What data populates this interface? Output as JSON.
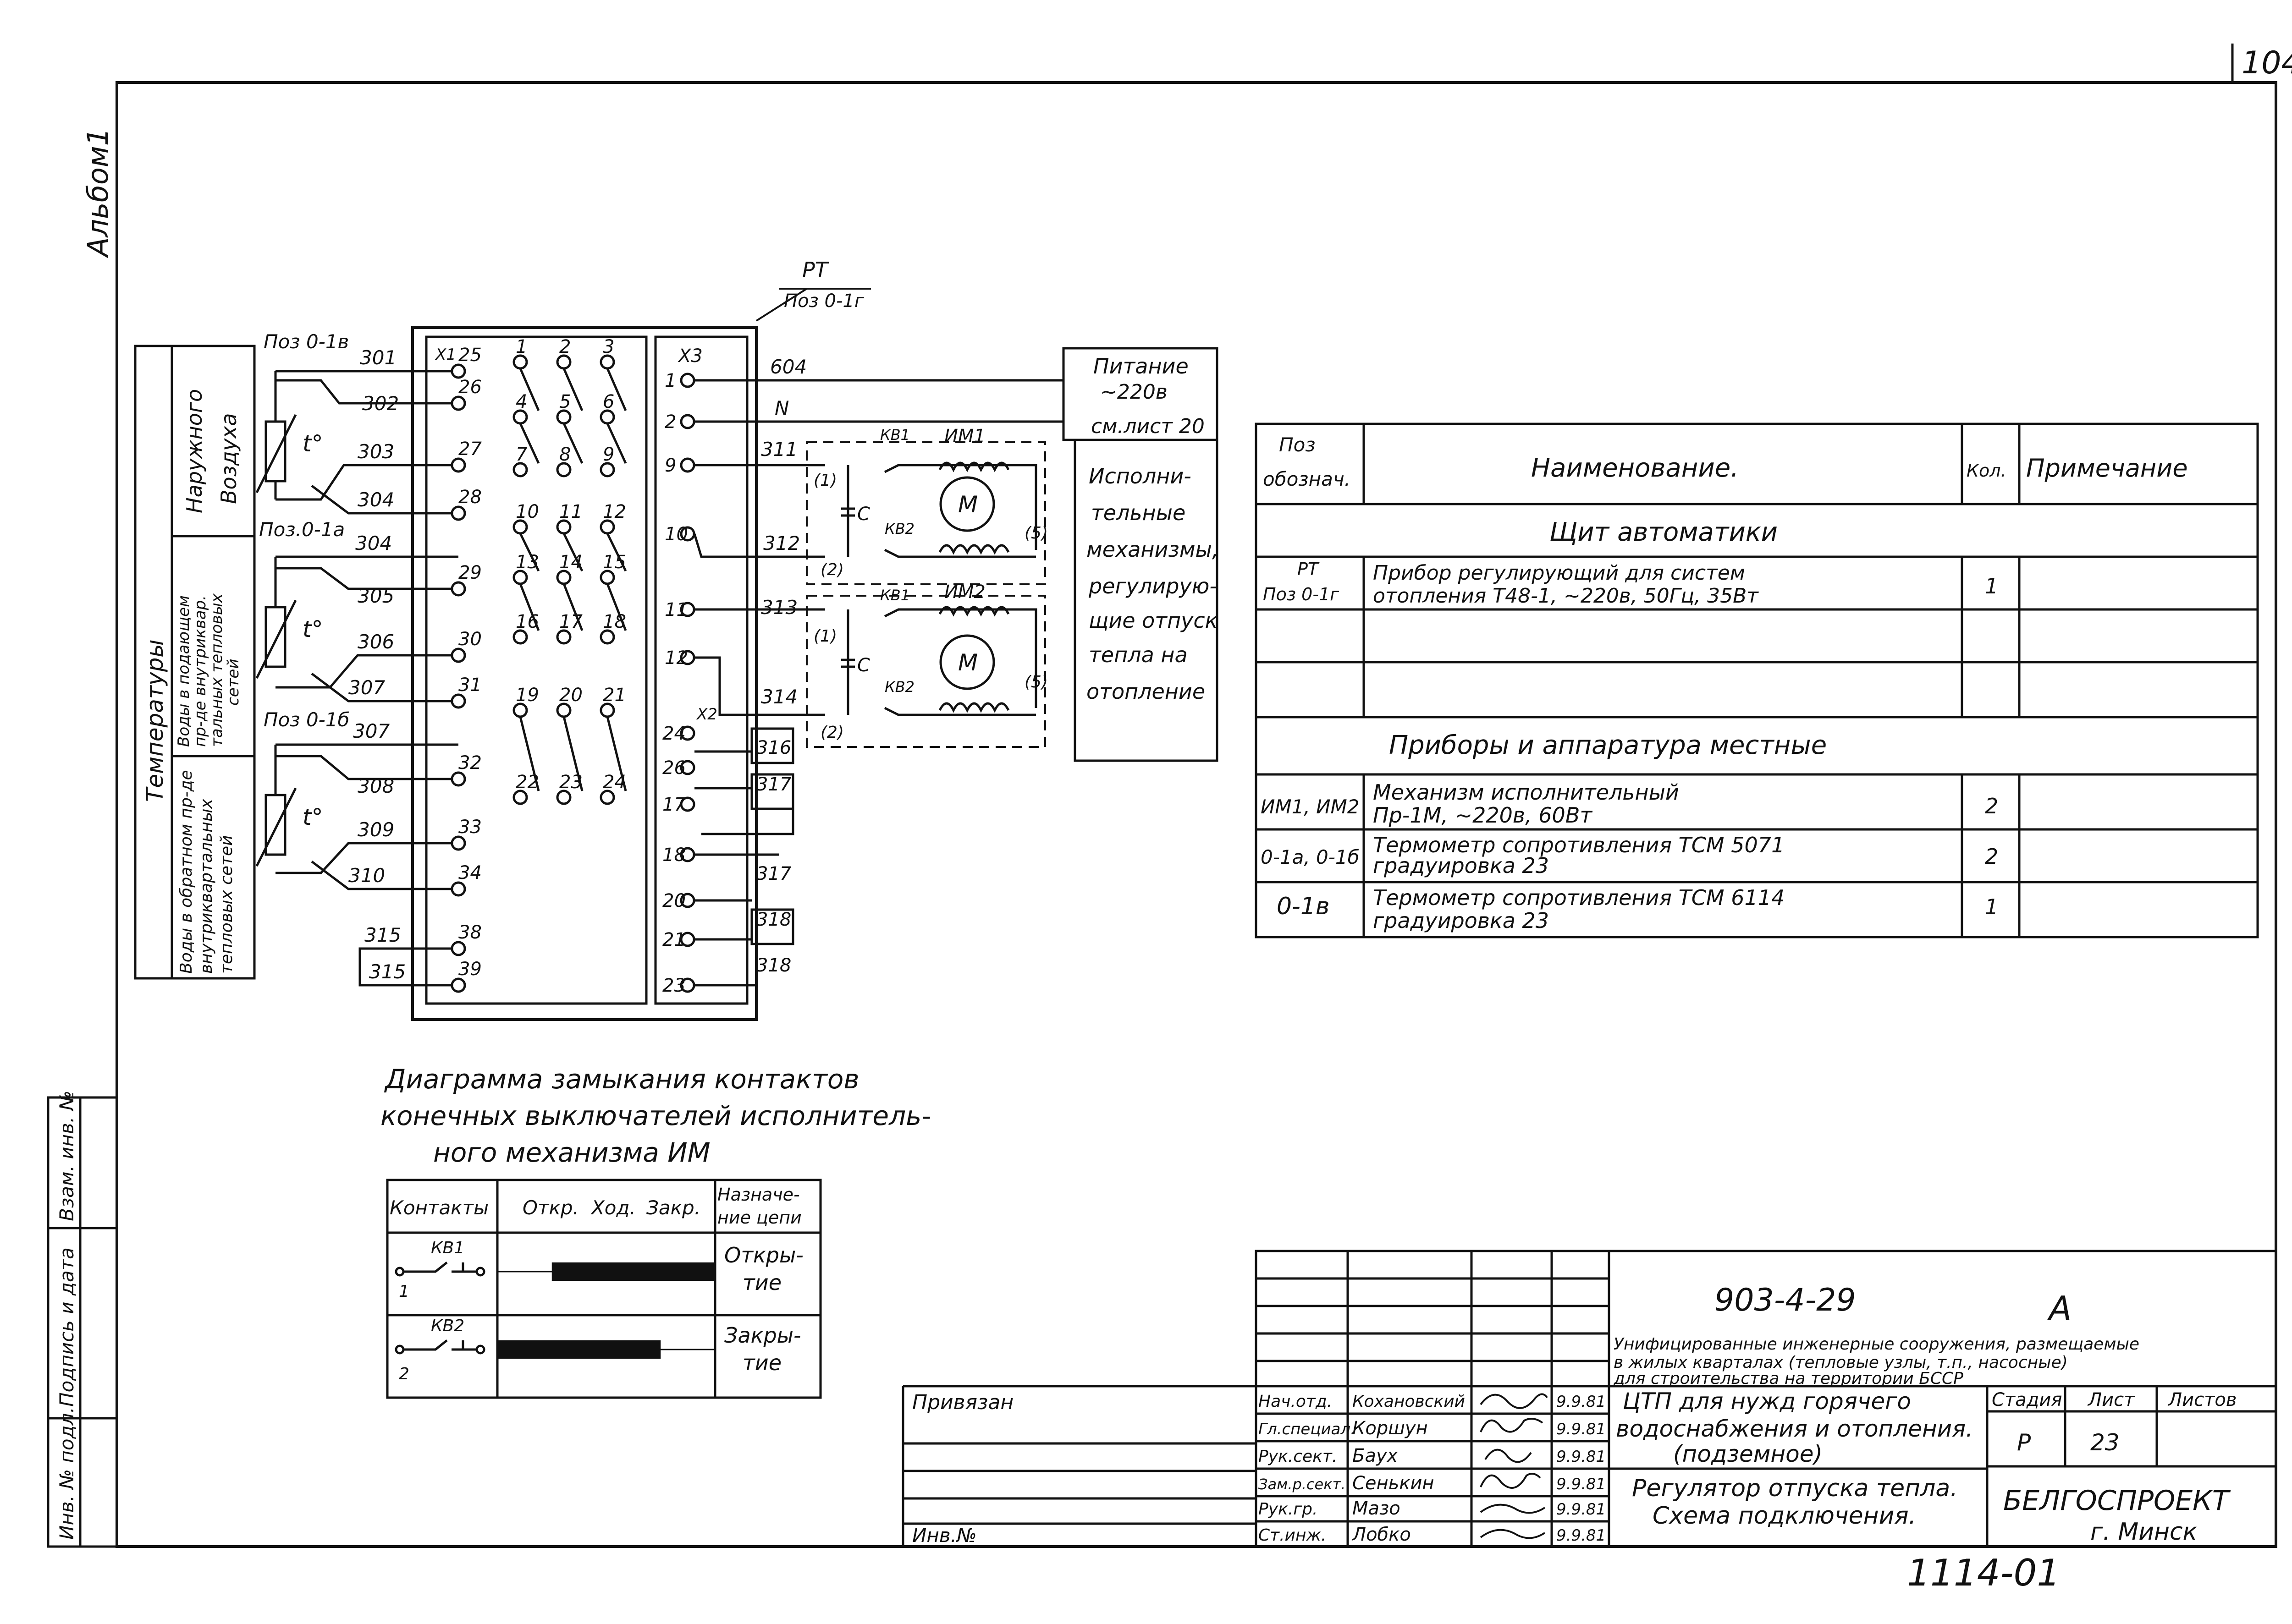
{
  "sheet_number": "104",
  "album_label": "Альбом1",
  "sensor_panel": {
    "group_title": "Температуры",
    "rows": [
      {
        "label_1": "Наружного",
        "label_2": "Воздуха"
      },
      {
        "label_1": "Воды в подающем",
        "label_2": "пр-де внутриквар.",
        "label_3": "тальных тепловых",
        "label_4": "сетей"
      },
      {
        "label_1": "Воды в обратном пр-де",
        "label_2": "внутриквартальных",
        "label_3": "тепловых сетей"
      }
    ]
  },
  "sensors": [
    {
      "pos": "Поз 0-1в",
      "symbol": "t°"
    },
    {
      "pos": "Поз.0-1а",
      "symbol": "t°"
    },
    {
      "pos": "Поз 0-1б",
      "symbol": "t°"
    }
  ],
  "wire_labels": [
    "301",
    "302",
    "303",
    "304",
    "304",
    "305",
    "306",
    "307",
    "307",
    "308",
    "309",
    "310",
    "315",
    "315"
  ],
  "regulator": {
    "title": "РТ",
    "pos": "Поз 0-1г",
    "connector_x1": "Х1",
    "connector_x2": "Х2",
    "connector_x3": "Х3",
    "left_terminals": [
      "25",
      "26",
      "27",
      "28",
      "29",
      "30",
      "31",
      "32",
      "33",
      "34",
      "38",
      "39"
    ],
    "relay_terminals": [
      "1",
      "2",
      "3",
      "4",
      "5",
      "6",
      "7",
      "8",
      "9",
      "10",
      "11",
      "12",
      "13",
      "14",
      "15",
      "16",
      "17",
      "18",
      "19",
      "20",
      "21",
      "22",
      "23",
      "24"
    ],
    "x3_terminals": [
      "1",
      "2",
      "9",
      "10",
      "11",
      "12"
    ],
    "x2_terminals": [
      "24",
      "26",
      "17",
      "18",
      "20",
      "21",
      "23"
    ]
  },
  "right_wires": [
    "604",
    "N",
    "311",
    "312",
    "313",
    "314",
    "316",
    "317",
    "317",
    "318",
    "318"
  ],
  "actuators": [
    {
      "name": "ИМ1",
      "switch_1": "КВ1",
      "switch_2": "КВ2",
      "motor": "M",
      "cap": "C",
      "pin_1": "(1)",
      "pin_2": "(2)",
      "pin_5": "(5)"
    },
    {
      "name": "ИМ2",
      "switch_1": "КВ1",
      "switch_2": "КВ2",
      "motor": "M",
      "cap": "C",
      "pin_1": "(1)",
      "pin_2": "(2)",
      "pin_5": "(5)"
    }
  ],
  "power_box": {
    "line_1": "Питание",
    "line_2": "~220в",
    "line_3": "см.лист 20",
    "desc": [
      "Исполни-",
      "тельные",
      "механизмы,",
      "регулирую-",
      "щие отпуск",
      "тепла на",
      "отопление"
    ]
  },
  "spec_table": {
    "headers": [
      "Поз",
      "обознач.",
      "Наименование.",
      "Кол.",
      "Примечание"
    ],
    "section_1": "Щит автоматики",
    "section_2": "Приборы и аппаратура местные",
    "rows": [
      {
        "pos_1": "РТ",
        "pos_2": "Поз 0-1г",
        "name_1": "Прибор регулирующий для систем",
        "name_2": "отопления Т48-1, ~220в, 50Гц, 35Вт",
        "qty": "1"
      },
      {
        "pos_1": "ИМ1, ИМ2",
        "pos_2": "",
        "name_1": "Механизм исполнительный",
        "name_2": "Пр-1М, ~220в, 60Вт",
        "qty": "2"
      },
      {
        "pos_1": "0-1а, 0-1б",
        "pos_2": "",
        "name_1": "Термометр сопротивления ТСМ 5071",
        "name_2": "градуировка 23",
        "qty": "2"
      },
      {
        "pos_1": "0-1в",
        "pos_2": "",
        "name_1": "Термометр сопротивления ТСМ 6114",
        "name_2": "градуировка 23",
        "qty": "1"
      }
    ]
  },
  "diagram_caption": [
    "Диаграмма замыкания контактов",
    "конечных выключателей исполнитель-",
    "ного механизма ИМ"
  ],
  "contact_table": {
    "headers": [
      "Контакты",
      "Откр.",
      "Ход.",
      "Закр.",
      "Назначе-",
      "ние цепи"
    ],
    "rows": [
      {
        "switch": "КВ1",
        "pin_a": "1",
        "purpose_1": "Откры-",
        "purpose_2": "тие",
        "closed_from": 0.25,
        "closed_to": 1.0
      },
      {
        "switch": "КВ2",
        "pin_a": "2",
        "purpose_1": "Закры-",
        "purpose_2": "тие",
        "closed_from": 0.0,
        "closed_to": 0.75
      }
    ]
  },
  "side_stamp": [
    "Взам. инв. №",
    "Подпись и дата",
    "Инв. № подл."
  ],
  "title_block": {
    "designation": "903-4-29",
    "letter": "А",
    "project_line_1": "Унифицированные инженерные сооружения, размещаемые",
    "project_line_2": "в жилых кварталах (тепловые узлы, т.п., насосные)",
    "project_line_3": "для строительства на территории БССР",
    "bound_label": "Привязан",
    "inv_label": "Инв.№",
    "people": [
      {
        "role": "Нач.отд.",
        "name": "Кохановский",
        "date": "9.9.81"
      },
      {
        "role": "Гл.специал.",
        "name": "Коршун",
        "date": "9.9.81"
      },
      {
        "role": "Рук.сект.",
        "name": "Баух",
        "date": "9.9.81"
      },
      {
        "role": "Зам.р.сект.",
        "name": "Сенькин",
        "date": "9.9.81"
      },
      {
        "role": "Рук.гр.",
        "name": "Мазо",
        "date": "9.9.81"
      },
      {
        "role": "Ст.инж.",
        "name": "Лобко",
        "date": "9.9.81"
      }
    ],
    "object_1": "ЦТП для нужд горячего",
    "object_2": "водоснабжения и отопления.",
    "object_3": "(подземное)",
    "sheet_title_1": "Регулятор отпуска тепла.",
    "sheet_title_2": "Схема подключения.",
    "stage_label": "Стадия",
    "sheet_label": "Лист",
    "sheets_label": "Листов",
    "stage": "Р",
    "sheet": "23",
    "org_1": "БЕЛГОСПРОЕКТ",
    "org_2": "г. Минск",
    "archive_number": "1114-01"
  }
}
